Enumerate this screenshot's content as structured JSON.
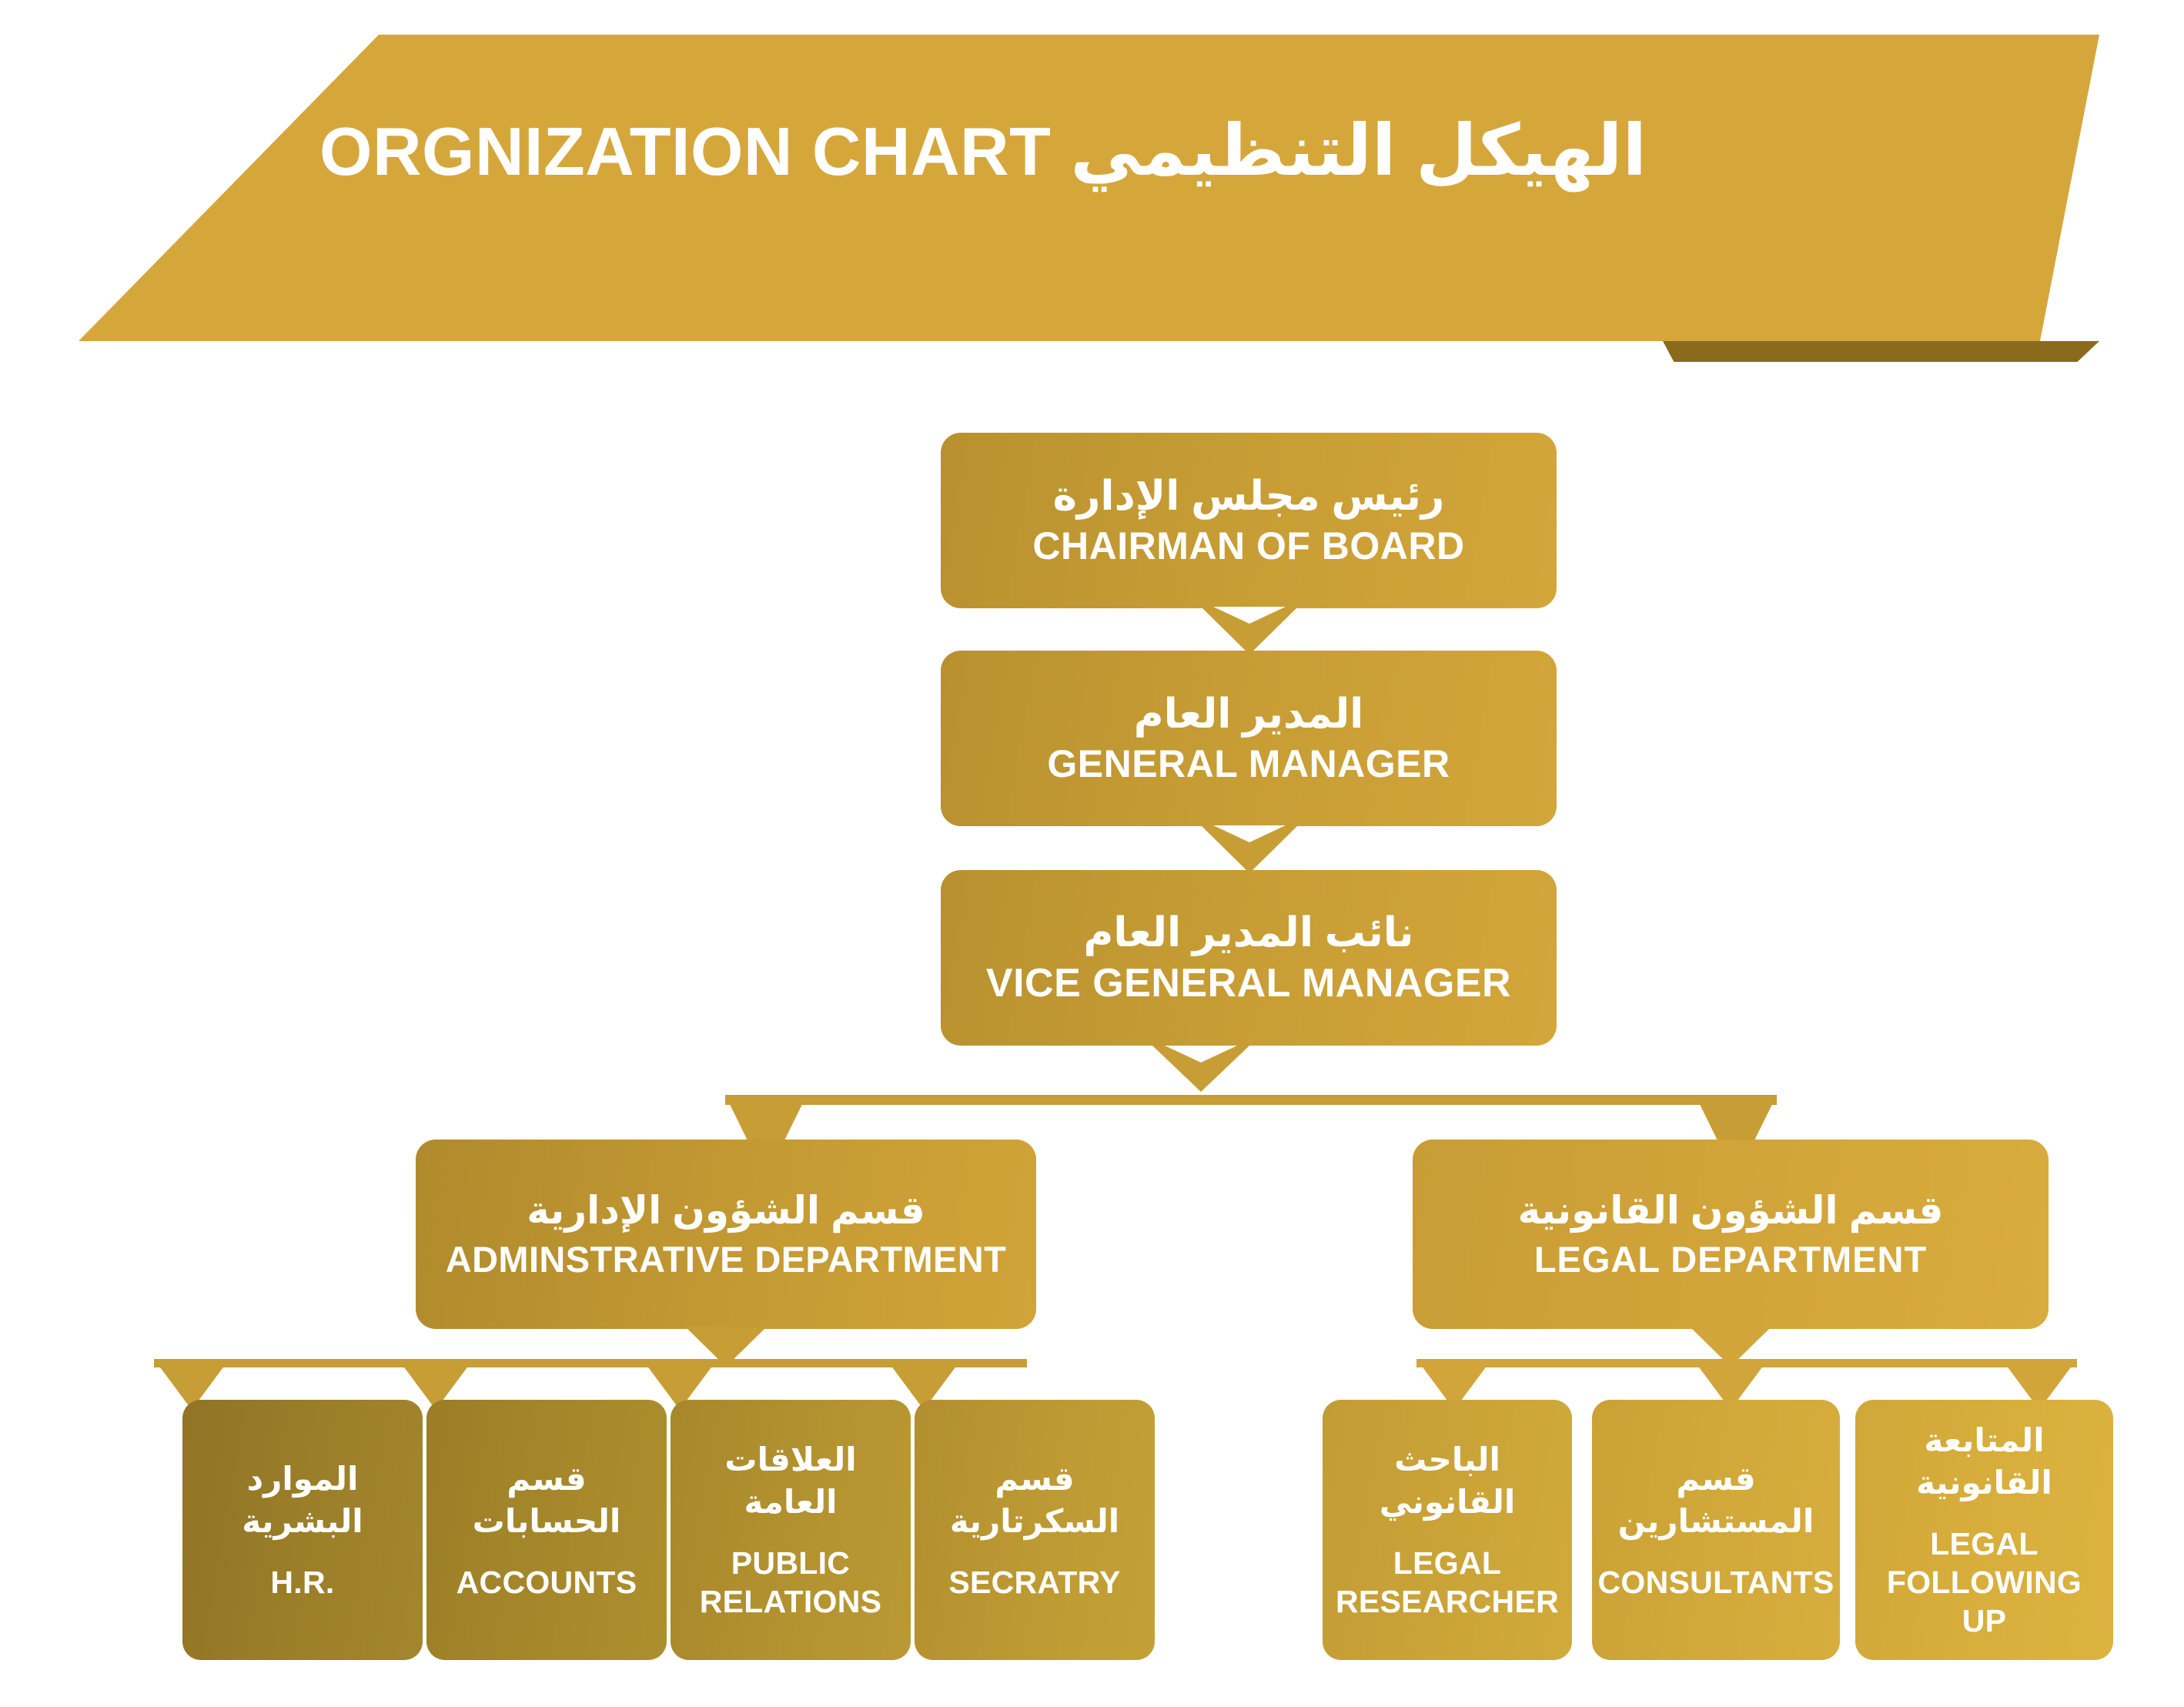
{
  "banner": {
    "title_en": "ORGNIZATION CHART",
    "title_ar": "الهيكل التنظيمي",
    "color": "#d5a73b",
    "fold_color": "#8a6b1c"
  },
  "colors": {
    "accent_gold": "#d5a73b",
    "box_gold": "#c69c34",
    "box_dark_olive": "#9a7d28",
    "text_white": "#ffffff",
    "background": "#ffffff"
  },
  "chart_data": {
    "type": "diagram",
    "diagram_type": "organization-chart",
    "title": "ORGNIZATION CHART / الهيكل التنظيمي",
    "nodes": [
      {
        "id": "chairman",
        "ar": "رئيس مجلس الإدارة",
        "en": "CHAIRMAN OF BOARD",
        "level": 0,
        "parent": null
      },
      {
        "id": "gm",
        "ar": "المدير العام",
        "en": "GENERAL MANAGER",
        "level": 1,
        "parent": "chairman"
      },
      {
        "id": "vgm",
        "ar": "نائب المدير العام",
        "en": "VICE GENERAL MANAGER",
        "level": 2,
        "parent": "gm"
      },
      {
        "id": "admin",
        "ar": "قسم الشؤون الإدارية",
        "en": "ADMINSTRATIVE DEPARTMENT",
        "level": 3,
        "parent": "vgm"
      },
      {
        "id": "legal",
        "ar": "قسم الشؤون القانونية",
        "en": "LEGAL  DEPARTMENT",
        "level": 3,
        "parent": "vgm"
      },
      {
        "id": "hr",
        "ar": "الموارد البشرية",
        "en": "H.R.",
        "level": 4,
        "parent": "admin"
      },
      {
        "id": "accounts",
        "ar": "قسم الحسابات",
        "en": "ACCOUNTS",
        "level": 4,
        "parent": "admin"
      },
      {
        "id": "pr",
        "ar": "العلاقات العامة",
        "en": "PUBLIC RELATIONS",
        "level": 4,
        "parent": "admin"
      },
      {
        "id": "secratry",
        "ar": "قسم السكرتارية",
        "en": "SECRATRY",
        "level": 4,
        "parent": "admin"
      },
      {
        "id": "researcher",
        "ar": "الباحث القانوني",
        "en": "LEGAL RESEARCHER",
        "level": 4,
        "parent": "legal"
      },
      {
        "id": "consultants",
        "ar": "قسم المستشارين",
        "en": "CONSULTANTS",
        "level": 4,
        "parent": "legal"
      },
      {
        "id": "following",
        "ar": "المتابعة القانونية",
        "en": "LEGAL FOLLOWING UP",
        "level": 4,
        "parent": "legal"
      }
    ]
  },
  "spine": {
    "chairman": {
      "ar": "رئيس مجلس الإدارة",
      "en": "CHAIRMAN OF BOARD"
    },
    "gm": {
      "ar": "المدير العام",
      "en": "GENERAL MANAGER"
    },
    "vgm": {
      "ar": "نائب المدير العام",
      "en": "VICE GENERAL MANAGER"
    }
  },
  "departments": {
    "admin": {
      "ar": "قسم الشؤون الإدارية",
      "en": "ADMINSTRATIVE DEPARTMENT"
    },
    "legal": {
      "ar": "قسم الشؤون القانونية",
      "en": "LEGAL  DEPARTMENT"
    }
  },
  "leaves": [
    {
      "ar_line1": "الموارد",
      "ar_line2": "البشرية",
      "en_line1": "H.R.",
      "en_line2": ""
    },
    {
      "ar_line1": "قسم",
      "ar_line2": "الحسابات",
      "en_line1": "ACCOUNTS",
      "en_line2": ""
    },
    {
      "ar_line1": "العلاقات",
      "ar_line2": "العامة",
      "en_line1": "PUBLIC",
      "en_line2": "RELATIONS"
    },
    {
      "ar_line1": "قسم",
      "ar_line2": "السكرتارية",
      "en_line1": "SECRATRY",
      "en_line2": ""
    },
    {
      "ar_line1": "الباحث",
      "ar_line2": "القانوني",
      "en_line1": "LEGAL",
      "en_line2": "RESEARCHER"
    },
    {
      "ar_line1": "قسم",
      "ar_line2": "المستشارين",
      "en_line1": "CONSULTANTS",
      "en_line2": ""
    },
    {
      "ar_line1": "المتابعة",
      "ar_line2": "القانونية",
      "en_line1": "LEGAL",
      "en_line2": "FOLLOWING UP"
    }
  ]
}
